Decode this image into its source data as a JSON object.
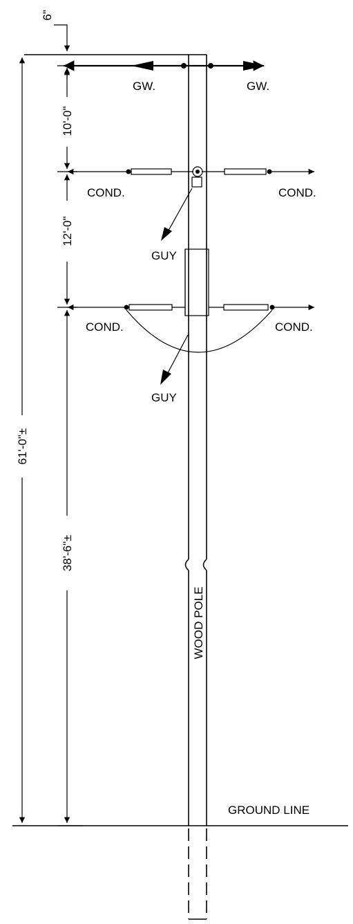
{
  "labels": {
    "gw_left": "GW.",
    "gw_right": "GW.",
    "cond_upper_left": "COND.",
    "cond_upper_right": "COND.",
    "cond_lower_left": "COND.",
    "cond_lower_right": "COND.",
    "guy_upper": "GUY",
    "guy_lower": "GUY",
    "pole": "WOOD POLE",
    "ground_line": "GROUND LINE"
  },
  "dimensions": {
    "top_offset": "6\"",
    "gw_to_upper": "10'-0\"",
    "upper_to_lower": "12'-0\"",
    "lower_to_ground": "38'-6\"±",
    "overall_height": "61'-0\"±"
  }
}
